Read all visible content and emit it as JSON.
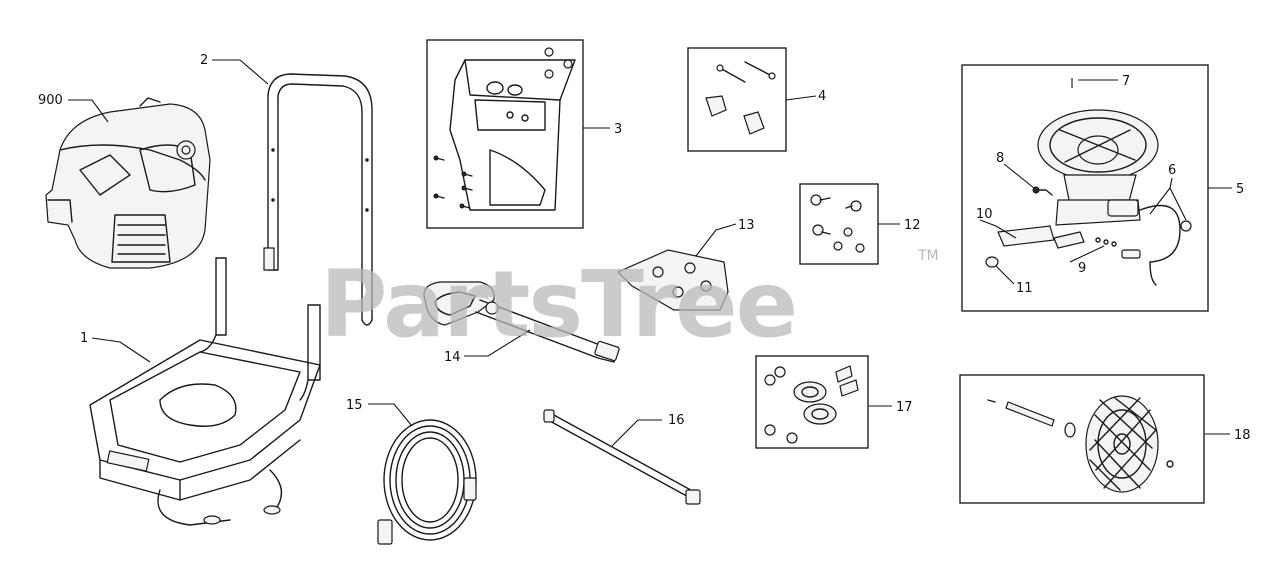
{
  "diagram": {
    "watermark": "PartsTree",
    "trademark": "TM",
    "callouts": {
      "c900": "900",
      "c2": "2",
      "c3": "3",
      "c4": "4",
      "c1": "1",
      "c5": "5",
      "c6": "6",
      "c7": "7",
      "c8": "8",
      "c9": "9",
      "c10": "10",
      "c11": "11",
      "c12": "12",
      "c13": "13",
      "c14": "14",
      "c15": "15",
      "c16": "16",
      "c17": "17",
      "c18": "18"
    }
  }
}
